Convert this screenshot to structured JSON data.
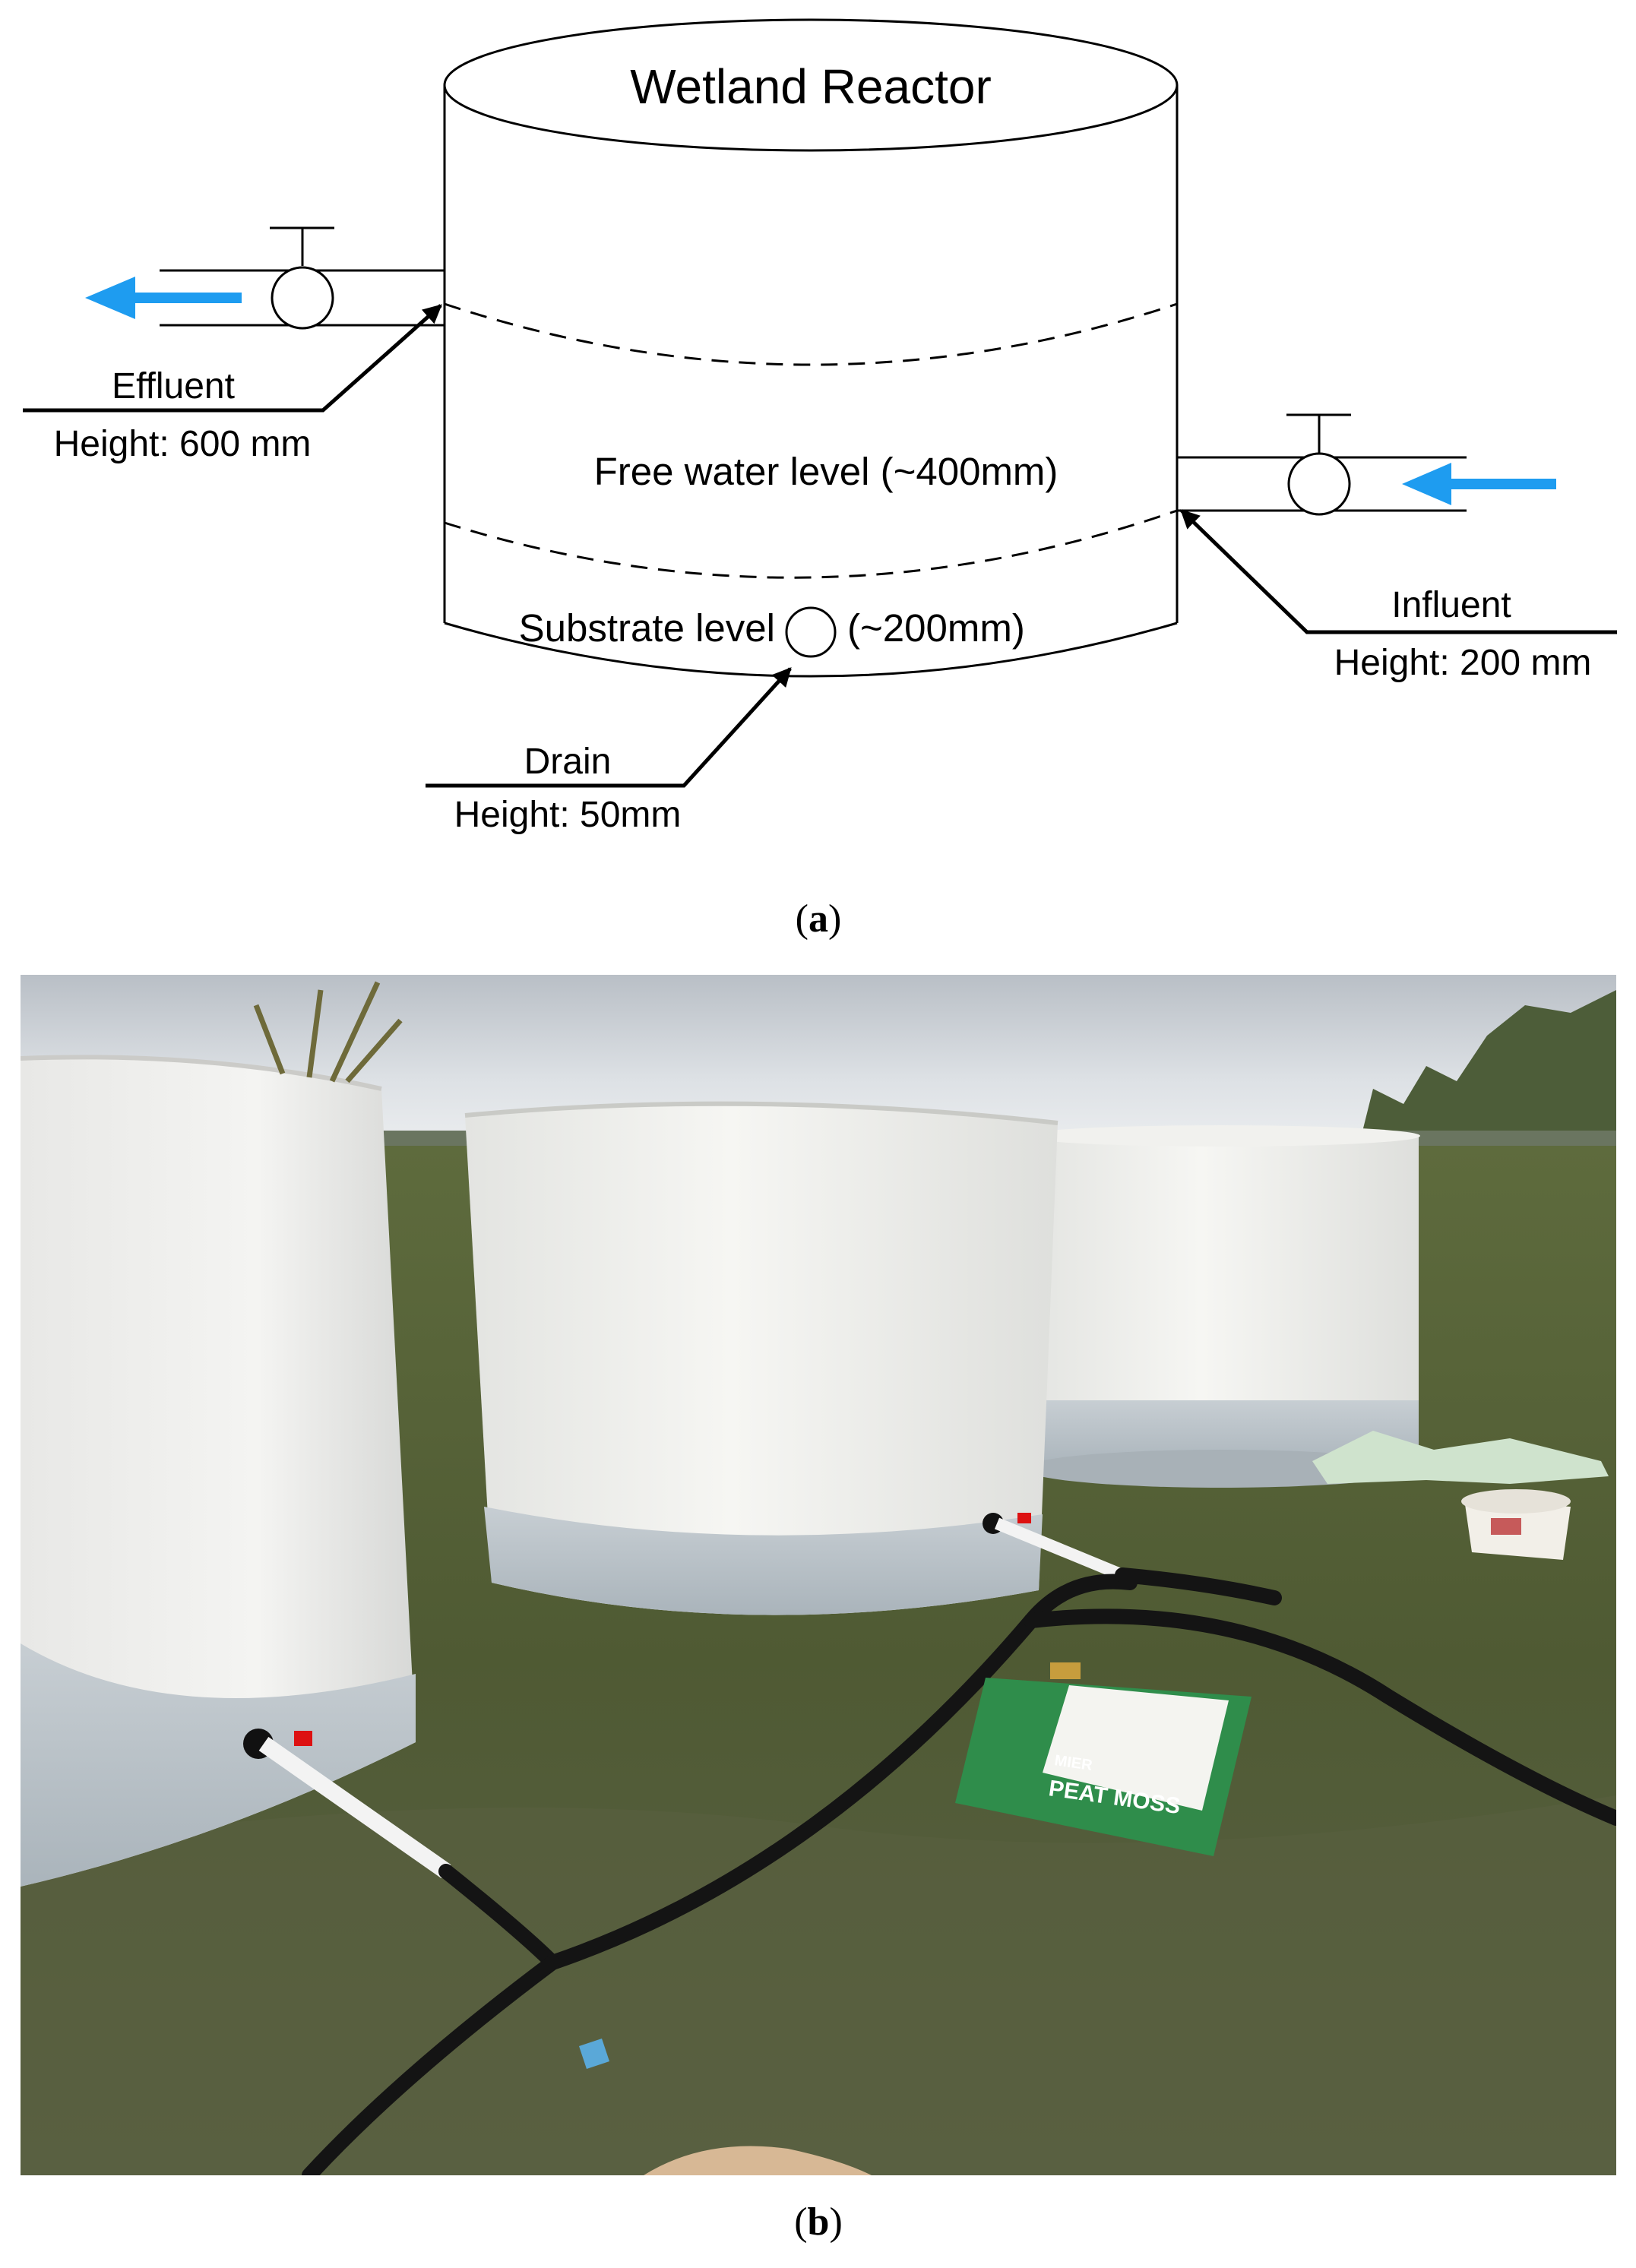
{
  "panel_a": {
    "reactor_title": "Wetland Reactor",
    "free_water_label": "Free water level (~400mm)",
    "substrate_label": "Substrate level",
    "substrate_value": "(~200mm)",
    "effluent": {
      "name": "Effluent",
      "height": "Height: 600 mm"
    },
    "influent": {
      "name": "Influent",
      "height": "Height: 200 mm"
    },
    "drain": {
      "name": "Drain",
      "height": "Height: 50mm"
    },
    "flow_arrow_color": "#1e9cf0",
    "caption_open": "(",
    "caption_letter": "a",
    "caption_close": ")"
  },
  "panel_b": {
    "bag_brand": "MIER",
    "bag_product": "PEAT MOSS",
    "caption_open": "(",
    "caption_letter": "b",
    "caption_close": ")"
  }
}
